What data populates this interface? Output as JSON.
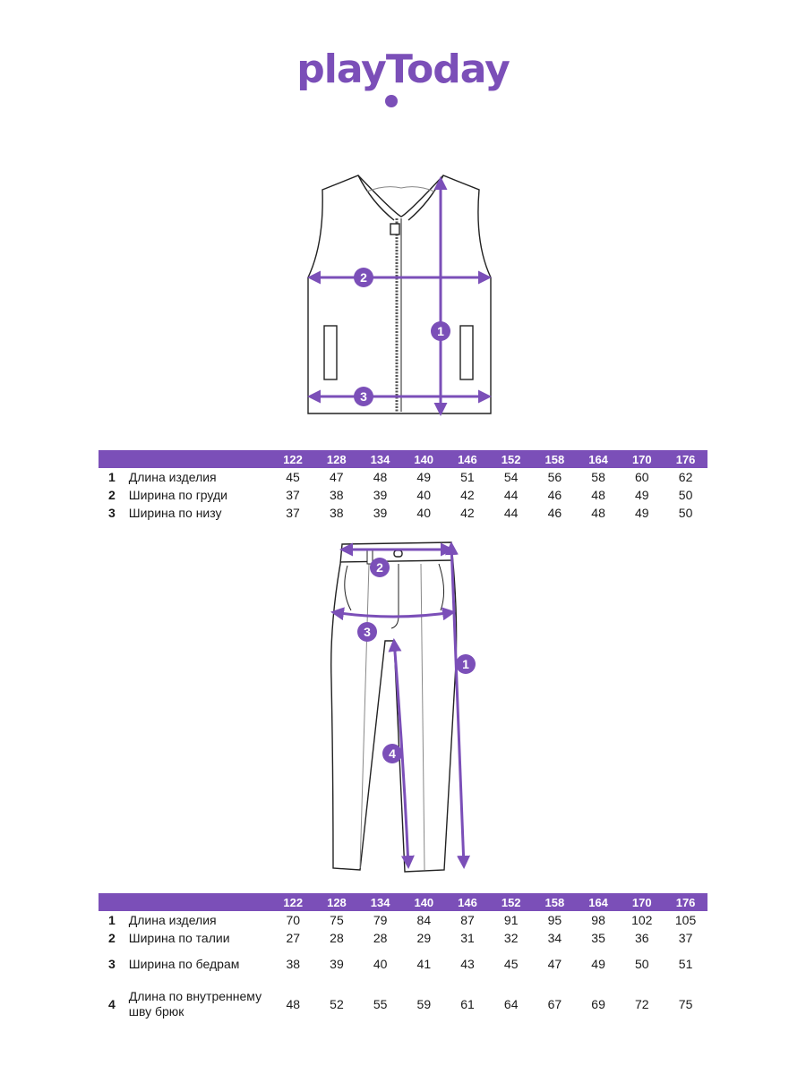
{
  "brand": {
    "logo_text": "playToday",
    "color": "#7b4fb8"
  },
  "vest": {
    "markers": [
      "1",
      "2",
      "3"
    ],
    "sizes": [
      "122",
      "128",
      "134",
      "140",
      "146",
      "152",
      "158",
      "164",
      "170",
      "176"
    ],
    "rows": [
      {
        "num": "1",
        "label": "Длина изделия",
        "values": [
          "45",
          "47",
          "48",
          "49",
          "51",
          "54",
          "56",
          "58",
          "60",
          "62"
        ]
      },
      {
        "num": "2",
        "label": "Ширина по груди",
        "values": [
          "37",
          "38",
          "39",
          "40",
          "42",
          "44",
          "46",
          "48",
          "49",
          "50"
        ]
      },
      {
        "num": "3",
        "label": "Ширина по низу",
        "values": [
          "37",
          "38",
          "39",
          "40",
          "42",
          "44",
          "46",
          "48",
          "49",
          "50"
        ]
      }
    ]
  },
  "pants": {
    "markers": [
      "1",
      "2",
      "3",
      "4"
    ],
    "sizes": [
      "122",
      "128",
      "134",
      "140",
      "146",
      "152",
      "158",
      "164",
      "170",
      "176"
    ],
    "rows": [
      {
        "num": "1",
        "label": "Длина изделия",
        "values": [
          "70",
          "75",
          "79",
          "84",
          "87",
          "91",
          "95",
          "98",
          "102",
          "105"
        ]
      },
      {
        "num": "2",
        "label": "Ширина по талии",
        "values": [
          "27",
          "28",
          "28",
          "29",
          "31",
          "32",
          "34",
          "35",
          "36",
          "37"
        ]
      },
      {
        "num": "3",
        "label": "Ширина по бедрам",
        "values": [
          "38",
          "39",
          "40",
          "41",
          "43",
          "45",
          "47",
          "49",
          "50",
          "51"
        ]
      },
      {
        "num": "4",
        "label": "Длина по внутреннему шву брюк",
        "values": [
          "48",
          "52",
          "55",
          "59",
          "61",
          "64",
          "67",
          "69",
          "72",
          "75"
        ]
      }
    ]
  }
}
